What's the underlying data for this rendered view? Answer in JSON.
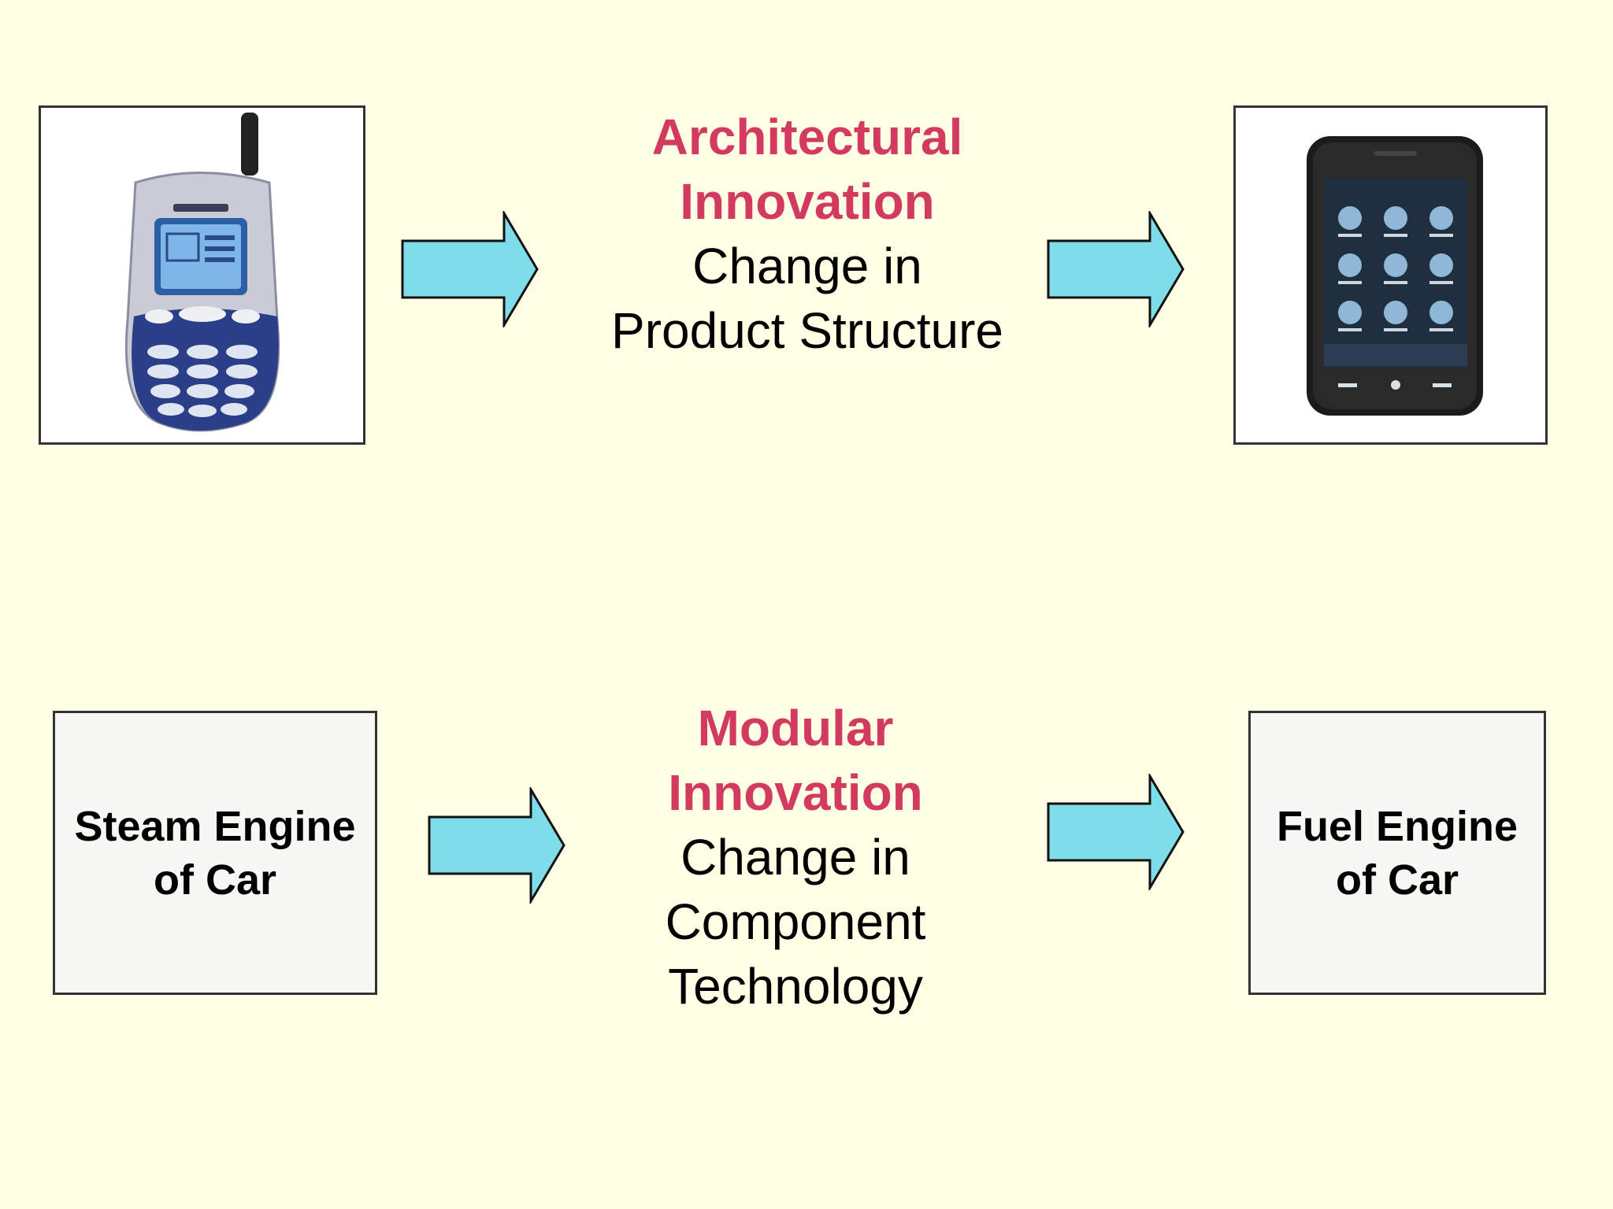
{
  "top_row": {
    "left_image": {
      "icon": "feature-phone-icon",
      "description_hidden": true
    },
    "center": {
      "highlight_lines": [
        "Architectural",
        "Innovation"
      ],
      "description": "Change in\nProduct Structure"
    },
    "right_image": {
      "icon": "smartphone-icon"
    }
  },
  "bottom_row": {
    "left_box": {
      "label": "Steam Engine\nof Car"
    },
    "center": {
      "highlight_lines": [
        "Modular",
        "Innovation"
      ],
      "description": "Change in\nComponent\nTechnology"
    },
    "right_box": {
      "label": "Fuel Engine\nof Car"
    }
  },
  "colors": {
    "background": "#ffffe6",
    "highlight": "#d23a5f",
    "arrow_fill": "#7fdde9",
    "border": "#333333"
  }
}
